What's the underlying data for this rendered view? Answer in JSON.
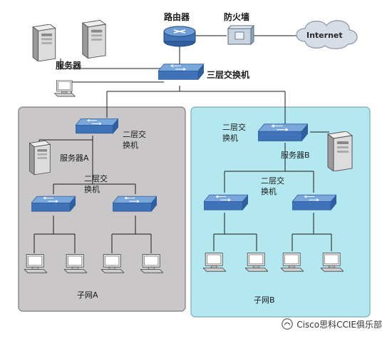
{
  "labels": {
    "router": "路由器",
    "firewall": "防火墙",
    "internet": "Internet",
    "servers": "服务器",
    "l3_switch": "三层交换机",
    "l2_switch_a_line1": "二层交",
    "l2_switch_a_line2": "换机",
    "server_a": "服务器A",
    "l2_switch_a2_line1": "二层交",
    "l2_switch_a2_line2": "换机",
    "subnet_a": "子网A",
    "l2_switch_b_line1": "二层交",
    "l2_switch_b_line2": "换机",
    "server_b": "服务器B",
    "l2_switch_b2_line1": "二层交",
    "l2_switch_b2_line2": "换机",
    "subnet_b": "子网B"
  },
  "watermark": {
    "text": "Cisco思科CCIE俱乐部"
  },
  "colors": {
    "panel_a_fill": "#c9c7c7",
    "panel_b_fill": "#b4e8f0",
    "switch_top": "#6f9fd6",
    "switch_side": "#3d6fb0",
    "router_fill": "#4a78b8",
    "cloud_fill": "#d7dde6",
    "line": "#1a1a1a"
  }
}
